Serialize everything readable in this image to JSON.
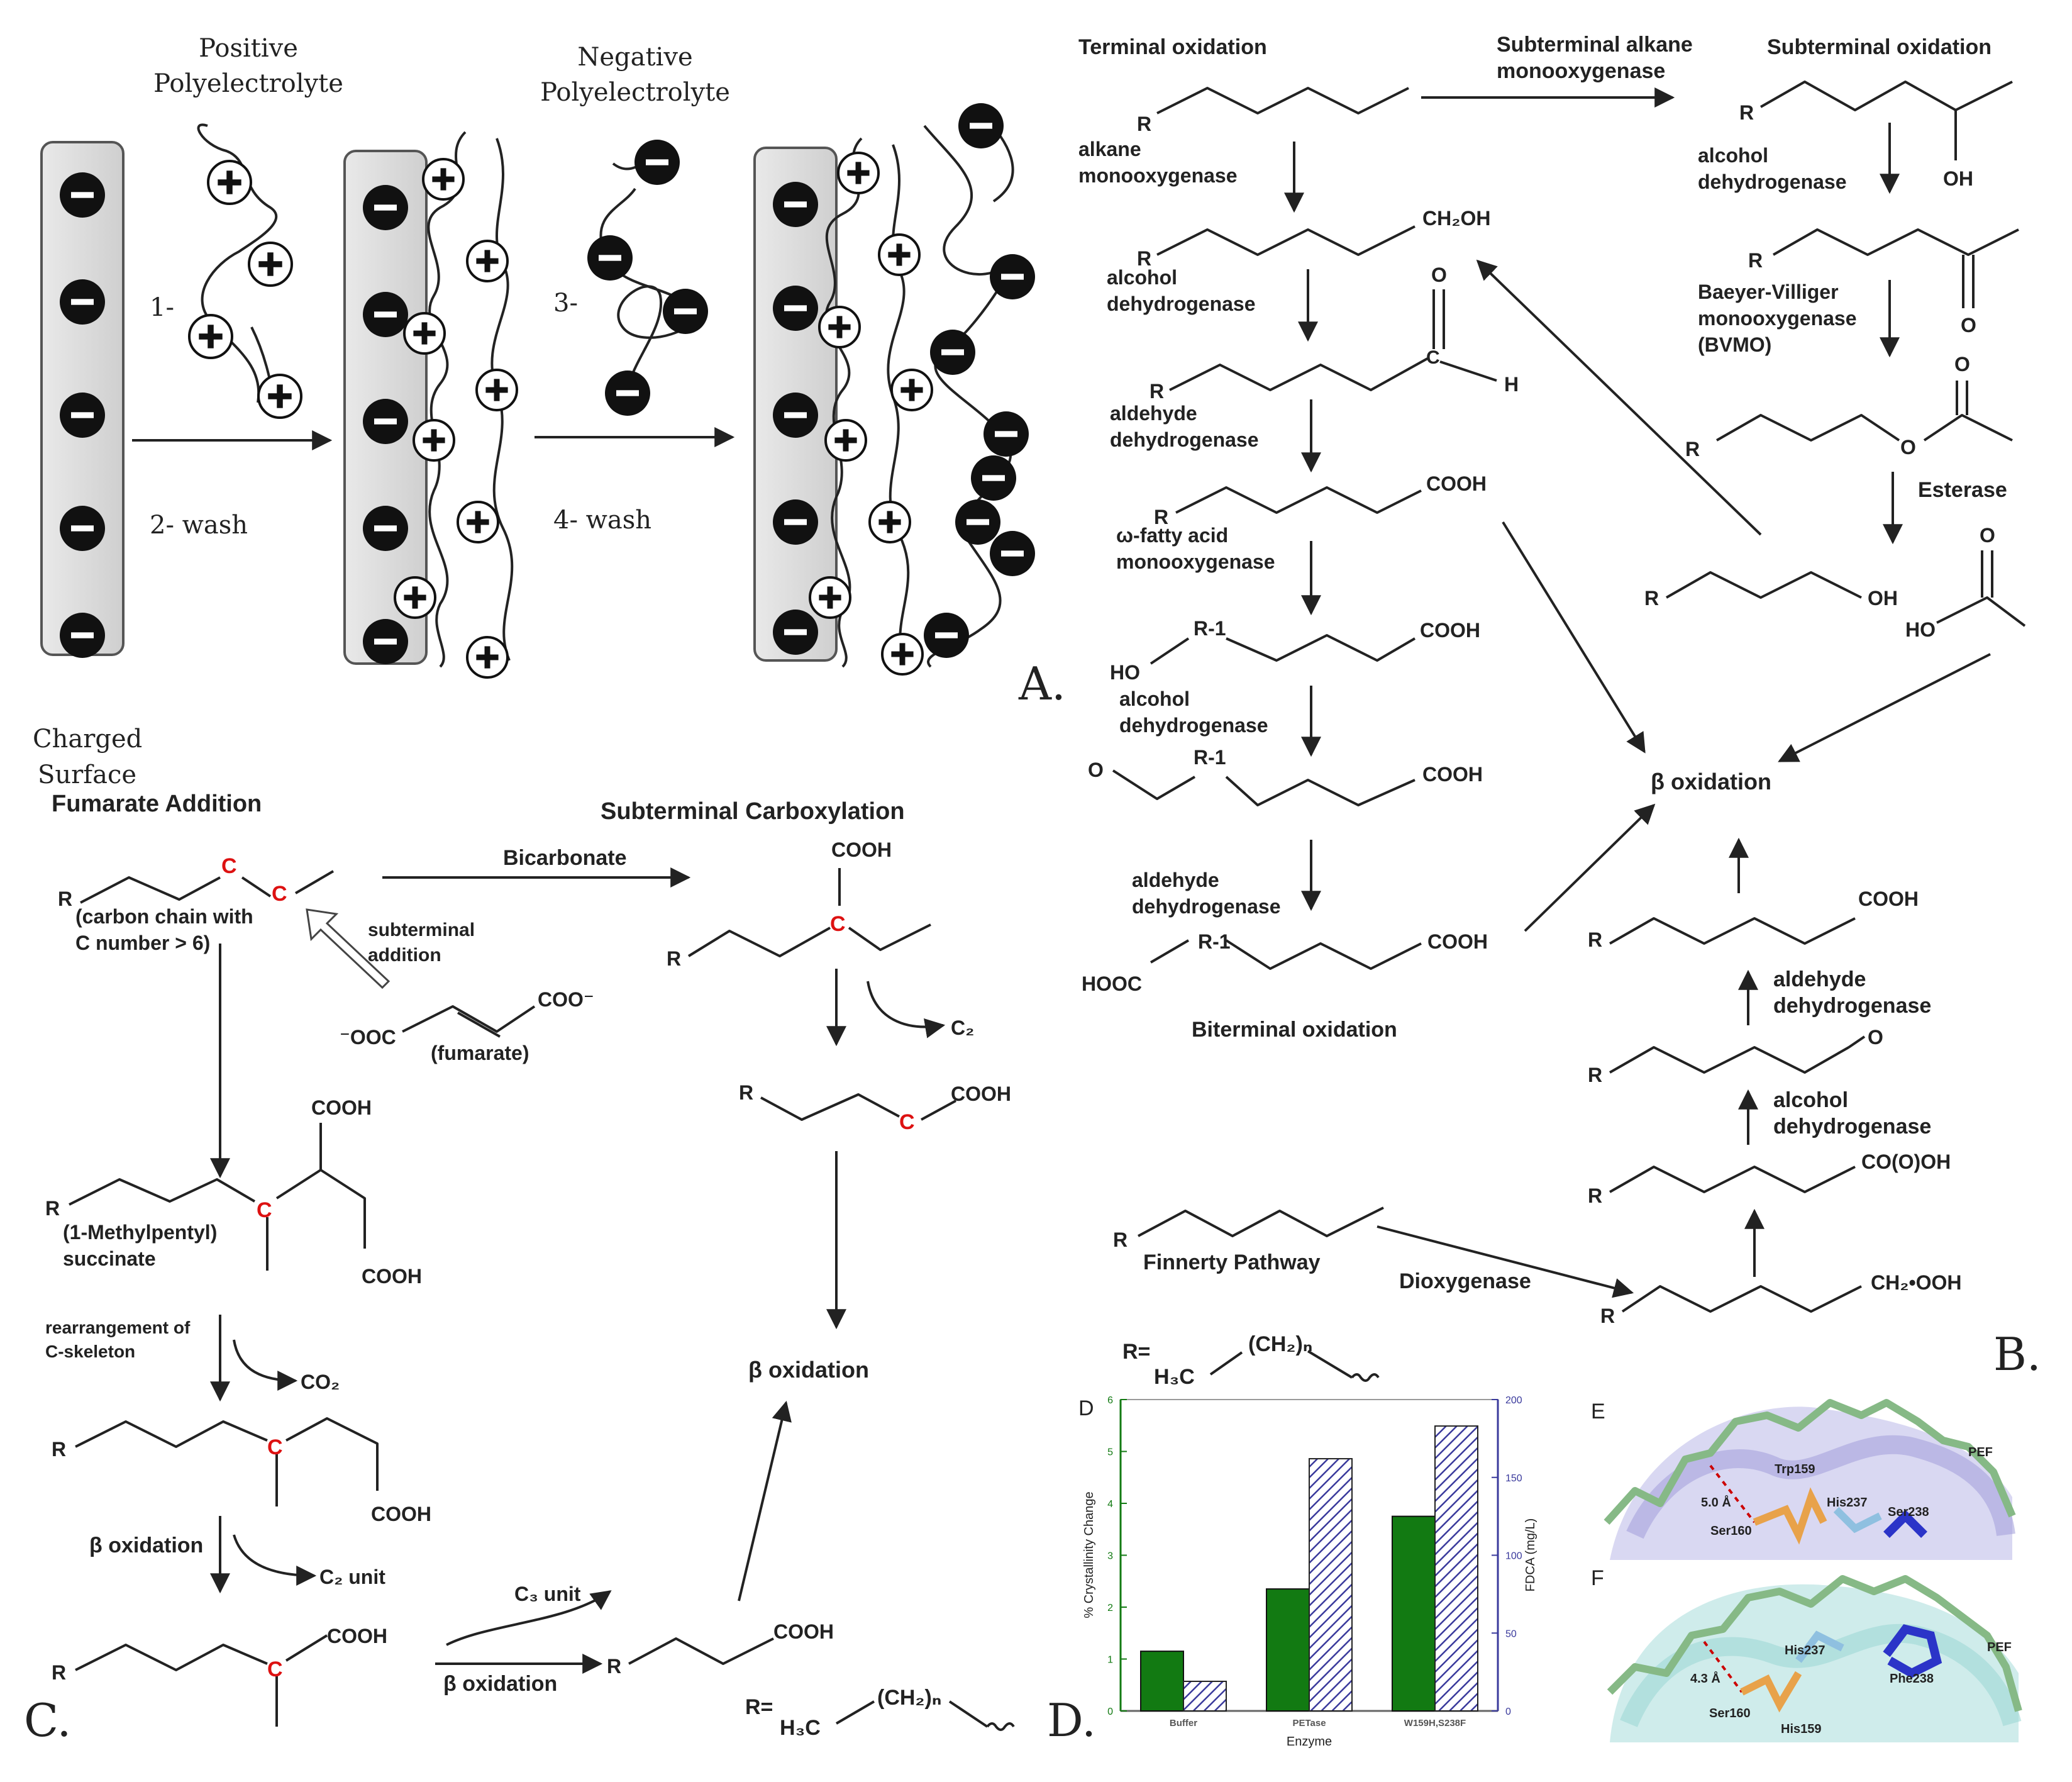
{
  "panel_letters": {
    "a": "A.",
    "b": "B.",
    "c": "C.",
    "d": "D."
  },
  "panel_a": {
    "positive_polyelectrolyte": [
      "Positive",
      "Polyelectrolyte"
    ],
    "negative_polyelectrolyte": [
      "Negative",
      "Polyelectrolyte"
    ],
    "step1": "1-",
    "step2": "2- wash",
    "step3": "3-",
    "step4": "4- wash",
    "charged_surface": [
      "Charged",
      "Surface"
    ]
  },
  "panel_b": {
    "terminal_oxidation": "Terminal oxidation",
    "subterminal_enzyme": [
      "Subterminal alkane",
      "monooxygenase"
    ],
    "subterminal_oxidation": "Subterminal oxidation",
    "r": "R",
    "r1": "R-1",
    "alkane_monooxygenase": [
      "alkane",
      "monooxygenase"
    ],
    "alcohol_dehydrogenase": [
      "alcohol",
      "dehydrogenase"
    ],
    "aldehyde_dehydrogenase": [
      "aldehyde",
      "dehydrogenase"
    ],
    "omega_fatty": [
      "ω-fatty acid",
      "monooxygenase"
    ],
    "bvmo": [
      "Baeyer-Villiger",
      "monooxygenase",
      "(BVMO)"
    ],
    "esterase": "Esterase",
    "beta_oxidation": "β oxidation",
    "biterminal_oxidation": "Biterminal oxidation",
    "finnerty": "Finnerty Pathway",
    "dioxygenase": "Dioxygenase",
    "ch2oh": "CH₂OH",
    "cooh": "COOH",
    "hooc": "HOOC",
    "ho": "HO",
    "oh": "OH",
    "o": "O",
    "h": "H",
    "c": "C",
    "coooh": "CO(O)OH",
    "ch2ooh": "CH₂•OOH",
    "r_def": [
      "R=",
      "H₃C",
      "(CH₂)ₙ"
    ]
  },
  "panel_c": {
    "fumarate_addition": "Fumarate Addition",
    "subterminal_carboxylation": "Subterminal Carboxylation",
    "bicarbonate": "Bicarbonate",
    "chain_note": [
      "(carbon chain with",
      "C number > 6)"
    ],
    "subterminal_addition": [
      "subterminal",
      "addition"
    ],
    "fumarate": "(fumarate)",
    "ooc": "⁻OOC",
    "coo": "COO⁻",
    "methylpentyl": [
      "(1-Methylpentyl)",
      "succinate"
    ],
    "rearrangement": [
      "rearrangement of",
      "C-skeleton"
    ],
    "co2": "CO₂",
    "c2": "C₂",
    "c2unit": "C₂ unit",
    "c3unit": "C₃ unit",
    "beta_oxidation": "β oxidation",
    "cooh": "COOH",
    "r": "R",
    "c": "C",
    "r_def": [
      "R=",
      "H₃C",
      "(CH₂)ₙ"
    ]
  },
  "panel_d": {
    "chart_data": {
      "type": "bar",
      "label": "D",
      "categories": [
        "Buffer",
        "PETase",
        "W159H,S238F"
      ],
      "series": [
        {
          "values": [
            1.15,
            2.35,
            3.75
          ],
          "color": "#127a12",
          "axis": "left"
        },
        {
          "values": [
            19,
            162,
            183
          ],
          "color": "#3a3a9c",
          "axis": "right",
          "pattern": "hatched"
        }
      ],
      "xlabel": "Enzyme",
      "ylabel": "% Crystallinity Change",
      "y2label": "FDCA (mg/L)",
      "ylim": [
        0,
        6
      ],
      "y2lim": [
        0,
        200
      ],
      "yticks": [
        "0",
        "1",
        "2",
        "3",
        "4",
        "5",
        "6"
      ],
      "y2ticks": [
        "0",
        "50",
        "100",
        "150",
        "200"
      ]
    }
  },
  "panel_ef": {
    "e_label": "E",
    "f_label": "F",
    "e_labels": {
      "dist": "5.0 Å",
      "trp": "Trp159",
      "his": "His237",
      "ser238": "Ser238",
      "ser160": "Ser160",
      "pef": "PEF"
    },
    "f_labels": {
      "dist": "4.3 Å",
      "his237": "His237",
      "phe": "Phe238",
      "ser160": "Ser160",
      "his159": "His159",
      "pef": "PEF"
    }
  }
}
